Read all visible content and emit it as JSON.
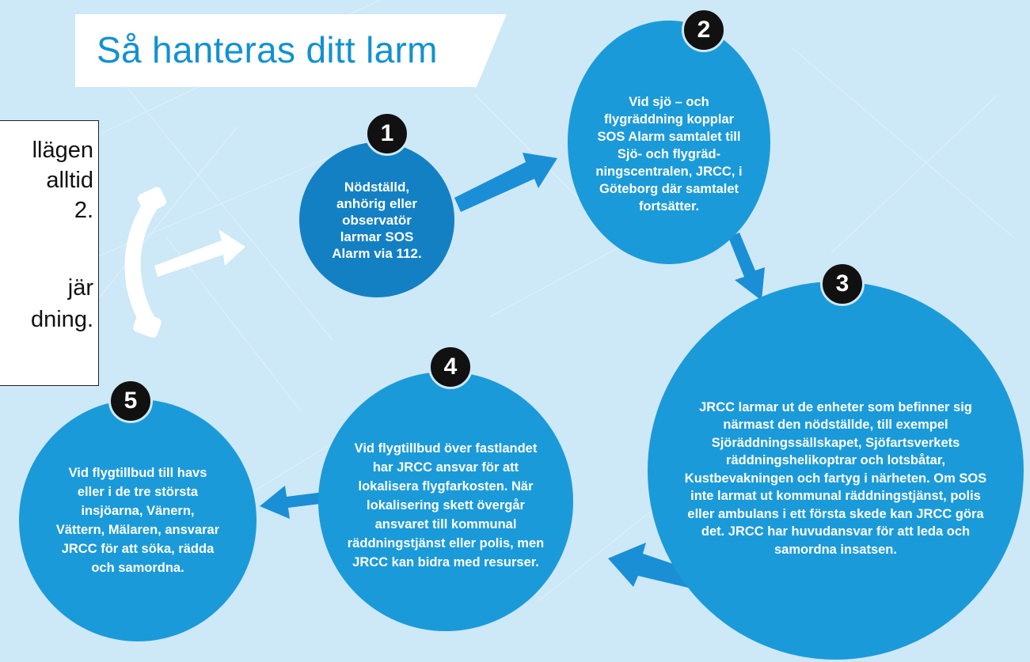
{
  "title": "Så hanteras ditt larm",
  "callout": {
    "lines": [
      "llägen",
      "alltid",
      "2.",
      "",
      "jär",
      "dning."
    ]
  },
  "steps": [
    {
      "number": "1",
      "text": "Nödställd, anhörig eller observatör larmar SOS Alarm via 112."
    },
    {
      "number": "2",
      "text": "Vid sjö – och flygräddning kopplar SOS Alarm samtalet till Sjö- och flygräd-ningscentralen, JRCC, i Göteborg där samtalet fortsätter."
    },
    {
      "number": "3",
      "text": "JRCC larmar ut de enheter som befinner sig närmast den nödställde, till exempel Sjöräddningssällskapet, Sjöfartsverkets räddningshelikoptrar och lotsbåtar, Kustbevakningen och fartyg i närheten. Om SOS inte larmat ut kommunal räddningstjänst, polis eller ambulans i ett första skede kan JRCC göra det. JRCC har huvudansvar för att leda och samordna insatsen."
    },
    {
      "number": "4",
      "text": "Vid flygtillbud över fastlandet har JRCC ansvar för att lokalisera flygfarkosten. När lokalisering skett övergår ansvaret till kommunal räddningstjänst eller polis, men JRCC kan bidra med resurser."
    },
    {
      "number": "5",
      "text": "Vid flygtillbud till havs eller i de tre största insjöarna, Vänern, Vättern, Mälaren, ansvarar JRCC för att söka, rädda och samordna."
    }
  ],
  "colors": {
    "circle": "#1b9ad9",
    "circle_dark": "#1480c4",
    "arrow": "#1a8fd6",
    "background": "#cde8f6",
    "title": "#1391d0"
  },
  "icons": [
    "phone-icon"
  ]
}
